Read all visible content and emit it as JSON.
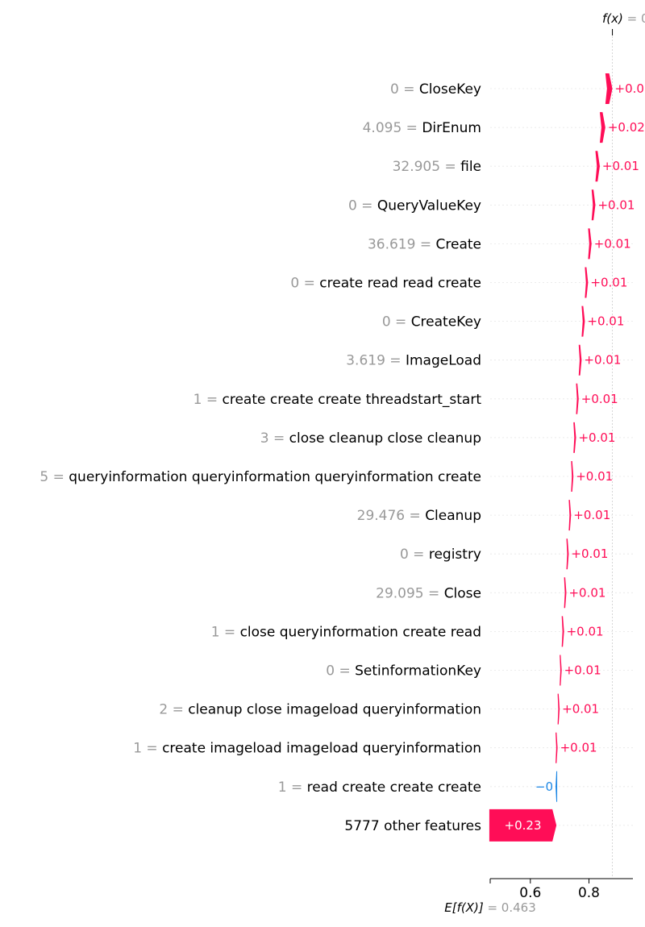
{
  "chart_data": {
    "type": "waterfall",
    "colors": {
      "positive": "#ff0d57",
      "negative": "#1e88e5",
      "feature_value": "#999999",
      "grid": "#cccccc"
    },
    "fx_label": "f(x) = 0",
    "expected_label_lhs": "E[f(X)]",
    "expected_label_rhs": "= 0.463",
    "expected_value": 0.463,
    "final_value": 0.88,
    "xlim": [
      0.463,
      0.95
    ],
    "xticks": [
      0.6,
      0.8
    ],
    "xtick_labels": [
      "0.6",
      "0.8"
    ],
    "features": [
      {
        "value": "0",
        "name": "CloseKey",
        "shap": 0.024,
        "label": "+0.0"
      },
      {
        "value": "4.095",
        "name": "DirEnum",
        "shap": 0.019,
        "label": "+0.02"
      },
      {
        "value": "32.905",
        "name": "file",
        "shap": 0.015,
        "label": "+0.01"
      },
      {
        "value": "0",
        "name": "QueryValueKey",
        "shap": 0.013,
        "label": "+0.01"
      },
      {
        "value": "36.619",
        "name": "Create",
        "shap": 0.012,
        "label": "+0.01"
      },
      {
        "value": "0",
        "name": "create read read create",
        "shap": 0.011,
        "label": "+0.01"
      },
      {
        "value": "0",
        "name": "CreateKey",
        "shap": 0.011,
        "label": "+0.01"
      },
      {
        "value": "3.619",
        "name": "ImageLoad",
        "shap": 0.01,
        "label": "+0.01"
      },
      {
        "value": "1",
        "name": "create create create threadstart_start",
        "shap": 0.009,
        "label": "+0.01"
      },
      {
        "value": "3",
        "name": "close cleanup close cleanup",
        "shap": 0.009,
        "label": "+0.01"
      },
      {
        "value": "5",
        "name": "queryinformation queryinformation queryinformation create",
        "shap": 0.008,
        "label": "+0.01"
      },
      {
        "value": "29.476",
        "name": "Cleanup",
        "shap": 0.008,
        "label": "+0.01"
      },
      {
        "value": "0",
        "name": "registry",
        "shap": 0.008,
        "label": "+0.01"
      },
      {
        "value": "29.095",
        "name": "Close",
        "shap": 0.008,
        "label": "+0.01"
      },
      {
        "value": "1",
        "name": "close queryinformation create read",
        "shap": 0.008,
        "label": "+0.01"
      },
      {
        "value": "0",
        "name": "SetinformationKey",
        "shap": 0.007,
        "label": "+0.01"
      },
      {
        "value": "2",
        "name": "cleanup close imageload queryinformation",
        "shap": 0.007,
        "label": "+0.01"
      },
      {
        "value": "1",
        "name": "create imageload imageload queryinformation",
        "shap": 0.007,
        "label": "+0.01"
      },
      {
        "value": "1",
        "name": "read create create create",
        "shap": -0.003,
        "label": "−0"
      },
      {
        "value": "",
        "name": "5777 other features",
        "shap": 0.229,
        "label": "+0.23"
      }
    ]
  }
}
